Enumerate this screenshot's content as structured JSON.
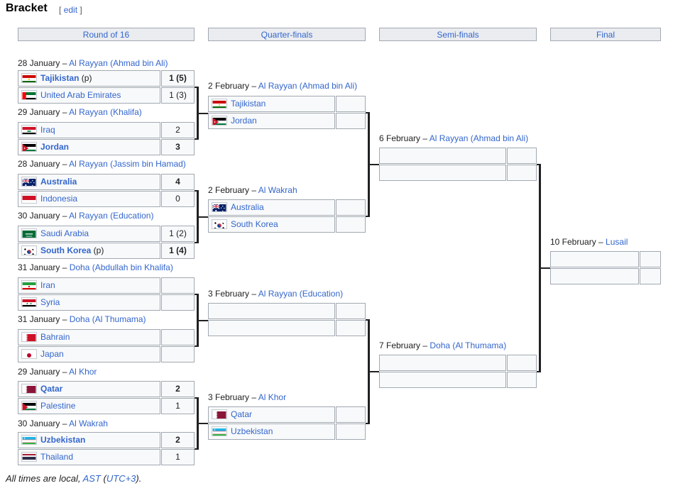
{
  "heading": "Bracket",
  "edit": {
    "open": "[",
    "label": "edit",
    "close": "]"
  },
  "rounds": [
    "Round of 16",
    "Quarter-finals",
    "Semi-finals",
    "Final"
  ],
  "r16": [
    {
      "date": "28 January",
      "venue": "Al Rayyan (Ahmad bin Ali)",
      "teams": [
        {
          "name": "Tajikistan",
          "flag": "tjk",
          "pen": "(p)",
          "score": "1 (5)",
          "win": true
        },
        {
          "name": "United Arab Emirates",
          "flag": "uae",
          "pen": "",
          "score": "1 (3)",
          "win": false
        }
      ]
    },
    {
      "date": "29 January",
      "venue": "Al Rayyan (Khalifa)",
      "teams": [
        {
          "name": "Iraq",
          "flag": "irq",
          "pen": "",
          "score": "2",
          "win": false
        },
        {
          "name": "Jordan",
          "flag": "jor",
          "pen": "",
          "score": "3",
          "win": true
        }
      ]
    },
    {
      "date": "28 January",
      "venue": "Al Rayyan (Jassim bin Hamad)",
      "teams": [
        {
          "name": "Australia",
          "flag": "aus",
          "pen": "",
          "score": "4",
          "win": true
        },
        {
          "name": "Indonesia",
          "flag": "idn",
          "pen": "",
          "score": "0",
          "win": false
        }
      ]
    },
    {
      "date": "30 January",
      "venue": "Al Rayyan (Education)",
      "teams": [
        {
          "name": "Saudi Arabia",
          "flag": "ksa",
          "pen": "",
          "score": "1 (2)",
          "win": false
        },
        {
          "name": "South Korea",
          "flag": "kor",
          "pen": "(p)",
          "score": "1 (4)",
          "win": true
        }
      ]
    },
    {
      "date": "31 January",
      "venue": "Doha (Abdullah bin Khalifa)",
      "teams": [
        {
          "name": "Iran",
          "flag": "irn",
          "pen": "",
          "score": "",
          "win": false
        },
        {
          "name": "Syria",
          "flag": "syr",
          "pen": "",
          "score": "",
          "win": false
        }
      ]
    },
    {
      "date": "31 January",
      "venue": "Doha (Al Thumama)",
      "teams": [
        {
          "name": "Bahrain",
          "flag": "bhr",
          "pen": "",
          "score": "",
          "win": false
        },
        {
          "name": "Japan",
          "flag": "jpn",
          "pen": "",
          "score": "",
          "win": false
        }
      ]
    },
    {
      "date": "29 January",
      "venue": "Al Khor",
      "teams": [
        {
          "name": "Qatar",
          "flag": "qat",
          "pen": "",
          "score": "2",
          "win": true
        },
        {
          "name": "Palestine",
          "flag": "ple",
          "pen": "",
          "score": "1",
          "win": false
        }
      ]
    },
    {
      "date": "30 January",
      "venue": "Al Wakrah",
      "teams": [
        {
          "name": "Uzbekistan",
          "flag": "uzb",
          "pen": "",
          "score": "2",
          "win": true
        },
        {
          "name": "Thailand",
          "flag": "tha",
          "pen": "",
          "score": "1",
          "win": false
        }
      ]
    }
  ],
  "qf": [
    {
      "date": "2 February",
      "venue": "Al Rayyan (Ahmad bin Ali)",
      "teams": [
        {
          "name": "Tajikistan",
          "flag": "tjk"
        },
        {
          "name": "Jordan",
          "flag": "jor"
        }
      ]
    },
    {
      "date": "2 February",
      "venue": "Al Wakrah",
      "teams": [
        {
          "name": "Australia",
          "flag": "aus"
        },
        {
          "name": "South Korea",
          "flag": "kor"
        }
      ]
    },
    {
      "date": "3 February",
      "venue": "Al Rayyan (Education)",
      "teams": [
        {
          "name": "",
          "flag": ""
        },
        {
          "name": "",
          "flag": ""
        }
      ]
    },
    {
      "date": "3 February",
      "venue": "Al Khor",
      "teams": [
        {
          "name": "Qatar",
          "flag": "qat"
        },
        {
          "name": "Uzbekistan",
          "flag": "uzb"
        }
      ]
    }
  ],
  "sf": [
    {
      "date": "6 February",
      "venue": "Al Rayyan (Ahmad bin Ali)"
    },
    {
      "date": "7 February",
      "venue": "Doha (Al Thumama)"
    }
  ],
  "final": {
    "date": "10 February",
    "venue": "Lusail"
  },
  "footer": {
    "prefix": "All times are local, ",
    "tz": "AST",
    "open": " (",
    "offset": "UTC+3",
    "close": ")."
  }
}
